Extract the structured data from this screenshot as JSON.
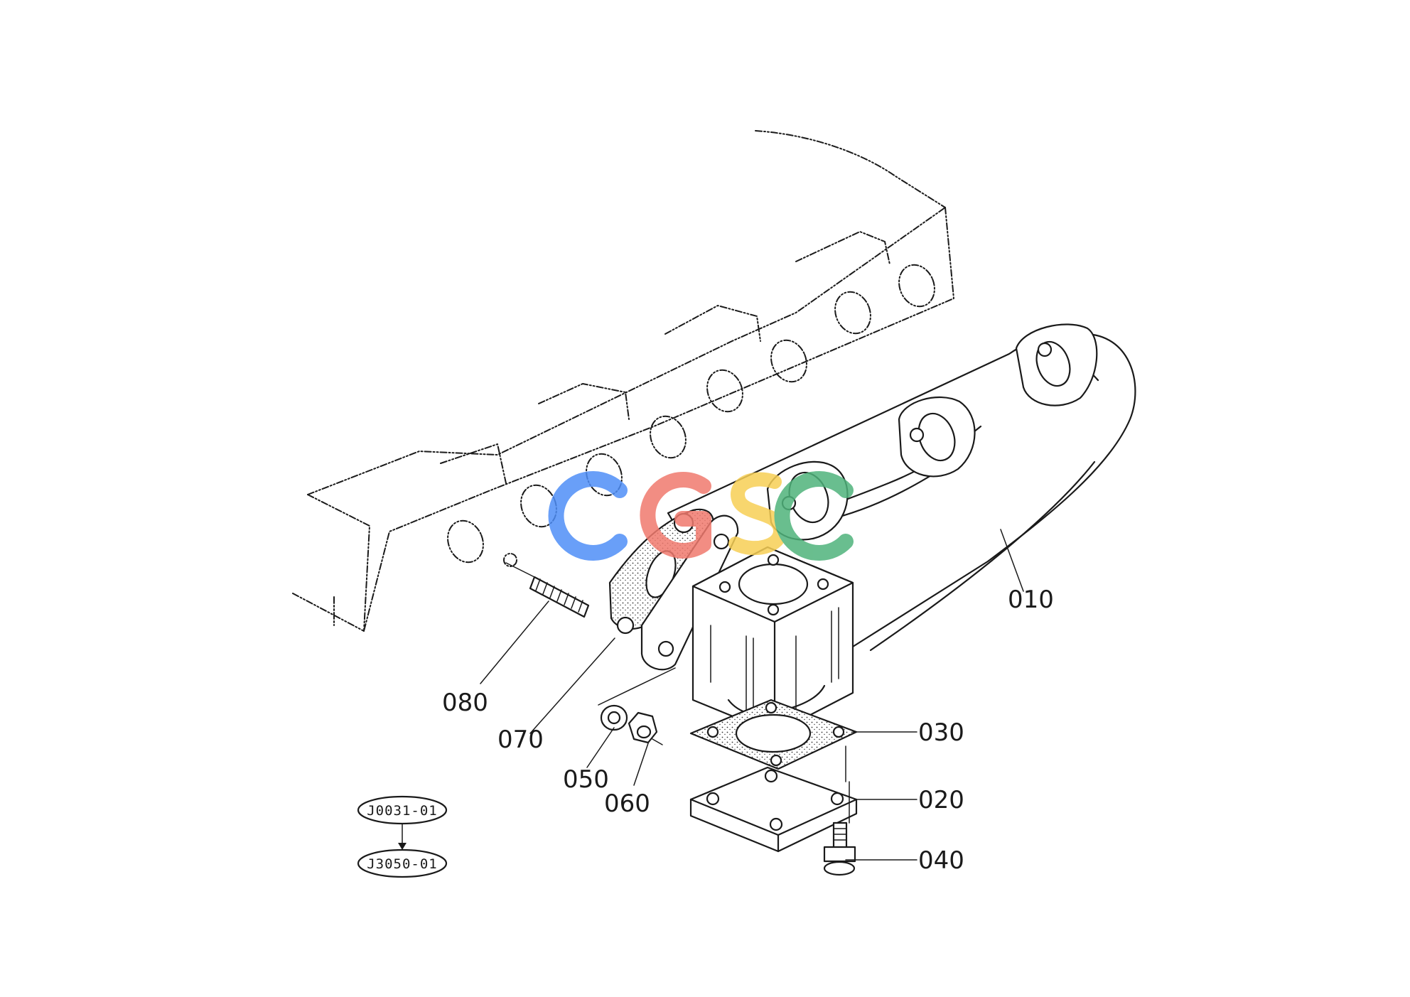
{
  "parts": {
    "p010": "010",
    "p020": "020",
    "p030": "030",
    "p040": "040",
    "p050": "050",
    "p060": "060",
    "p070": "070",
    "p080": "080"
  },
  "references": {
    "ref_from": "J0031-01",
    "ref_to": "J3050-01"
  },
  "watermark": {
    "text": "CGSC",
    "colors": [
      "#4f8ef7",
      "#f07a6e",
      "#f7cf55",
      "#4fb37b"
    ]
  }
}
